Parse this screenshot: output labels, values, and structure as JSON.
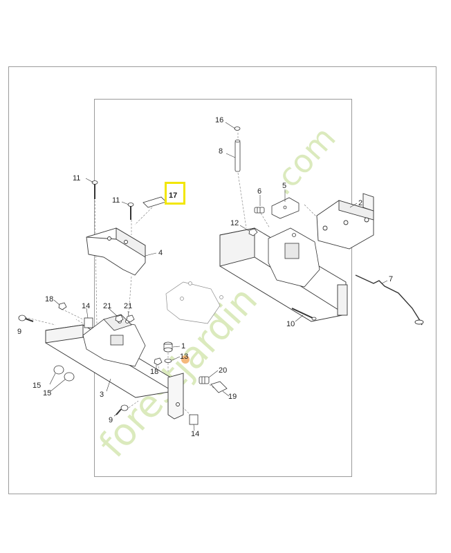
{
  "diagram": {
    "highlight_color": "#f2e600",
    "watermark": {
      "text_main": "forestjardin",
      "text_suffix": ".com",
      "color_main": "#c5dc9a",
      "color_accent": "#f2a65a"
    },
    "parts": [
      {
        "id": "p16",
        "number": "16"
      },
      {
        "id": "p8",
        "number": "8"
      },
      {
        "id": "p6",
        "number": "6"
      },
      {
        "id": "p5",
        "number": "5"
      },
      {
        "id": "p2",
        "number": "2"
      },
      {
        "id": "p11a",
        "number": "11"
      },
      {
        "id": "p11b",
        "number": "11"
      },
      {
        "id": "p17",
        "number": "17",
        "highlighted": true
      },
      {
        "id": "p12",
        "number": "12"
      },
      {
        "id": "p4",
        "number": "4"
      },
      {
        "id": "p7",
        "number": "7"
      },
      {
        "id": "p18a",
        "number": "18"
      },
      {
        "id": "p14a",
        "number": "14"
      },
      {
        "id": "p21a",
        "number": "21"
      },
      {
        "id": "p21b",
        "number": "21"
      },
      {
        "id": "p9a",
        "number": "9"
      },
      {
        "id": "p10",
        "number": "10"
      },
      {
        "id": "p1",
        "number": "1"
      },
      {
        "id": "p13",
        "number": "13"
      },
      {
        "id": "p18b",
        "number": "18"
      },
      {
        "id": "p20",
        "number": "20"
      },
      {
        "id": "p15a",
        "number": "15"
      },
      {
        "id": "p15b",
        "number": "15"
      },
      {
        "id": "p3",
        "number": "3"
      },
      {
        "id": "p19",
        "number": "19"
      },
      {
        "id": "p9b",
        "number": "9"
      },
      {
        "id": "p14b",
        "number": "14"
      }
    ]
  }
}
